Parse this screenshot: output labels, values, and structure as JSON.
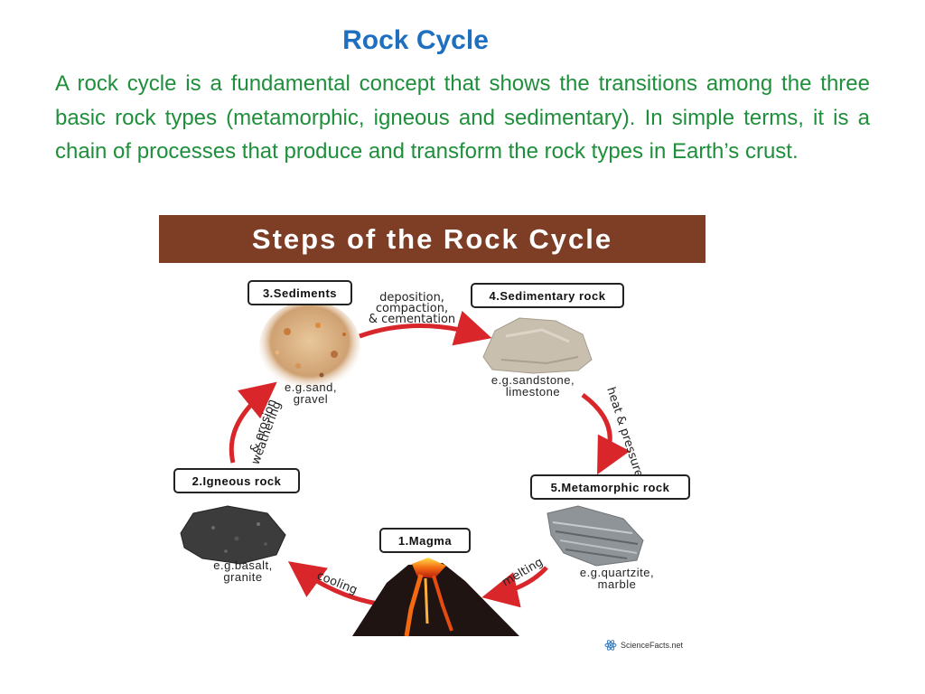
{
  "slide": {
    "title": "Rock Cycle",
    "intro": "A rock cycle is a fundamental concept that shows the transitions among the three basic rock types (metamorphic, igneous and sedimentary). In simple terms, it is a chain of processes that produce and transform the rock types in Earth’s crust."
  },
  "diagram": {
    "banner": "Steps of the Rock Cycle",
    "stages": {
      "sediments": {
        "label": "3.Sediments",
        "example_1": "e.g.sand,",
        "example_2": "gravel"
      },
      "sedimentary": {
        "label": "4.Sedimentary rock",
        "example_1": "e.g.sandstone,",
        "example_2": "limestone"
      },
      "metamorphic": {
        "label": "5.Metamorphic rock",
        "example_1": "e.g.quartzite,",
        "example_2": "marble"
      },
      "magma": {
        "label": "1.Magma"
      },
      "igneous": {
        "label": "2.Igneous rock",
        "example_1": "e.g.basalt,",
        "example_2": "granite"
      }
    },
    "processes": {
      "deposition_1": "deposition,",
      "deposition_2": "compaction,",
      "deposition_3": "& cementation",
      "heat_pressure": "heat & pressure",
      "melting": "melting",
      "cooling": "cooling",
      "weathering_1": "weathering",
      "weathering_2": "& erosion"
    },
    "credit": "ScienceFacts.net",
    "colors": {
      "arrow": "#d8262a",
      "banner": "#7e3d25",
      "title": "#1f6fc0",
      "text": "#1e8f3a"
    }
  }
}
